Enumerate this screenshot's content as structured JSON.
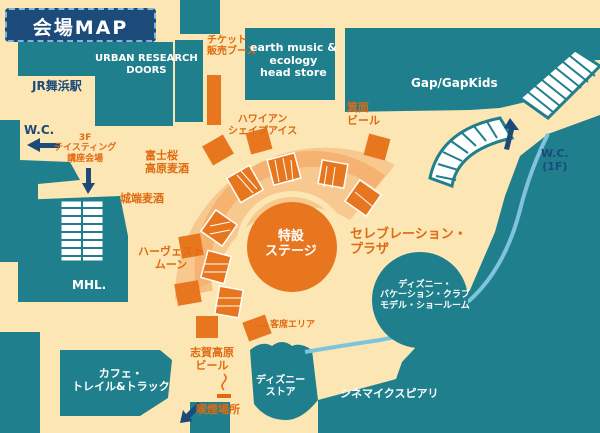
{
  "header": {
    "title": "会場MAP"
  },
  "colors": {
    "background": "#fbe6b4",
    "building_teal": "#1f7f8c",
    "navy": "#1c4a79",
    "booth_orange": "#e8761e",
    "plaza_light": "#f7c98e",
    "water_blue": "#7fc3dd"
  },
  "labels": {
    "jr_station": "JR舞浜駅",
    "urban_research": "URBAN RESEARCH\nDOORS",
    "ticket_booth": "チケット\n販売ブース",
    "earth_music": "earth music &\necology\nhead store",
    "gap": "Gap/GapKids",
    "wc_left": "W.C.",
    "tasting_room": "3F\nテイスティング\n講座会場",
    "fujizakura": "富士桜\n高原麦酒",
    "hawaiian": "ハワイアン\nシェイプアイス",
    "minoh": "箕面\nビール",
    "wc_right": "W.C.\n(1F)",
    "shirohata": "城端麦酒",
    "special_stage": "特設\nステージ",
    "celebration_plaza": "セレブレーション・\nプラザ",
    "harvest_moon": "ハーヴェスト\nムーン",
    "mhl": "MHL.",
    "disney_vacation": "ディズニー・\nバケーション・クラブ\nモデル・ショールーム",
    "seating_area": "客席エリア",
    "shiga_kogen": "志賀高原\nビール",
    "cafe": "カフェ・\nトレイル&トラック",
    "disney_store": "ディズニー\nストア",
    "cinema": "シネマイクスピアリ",
    "smoking": "喫煙場所"
  }
}
